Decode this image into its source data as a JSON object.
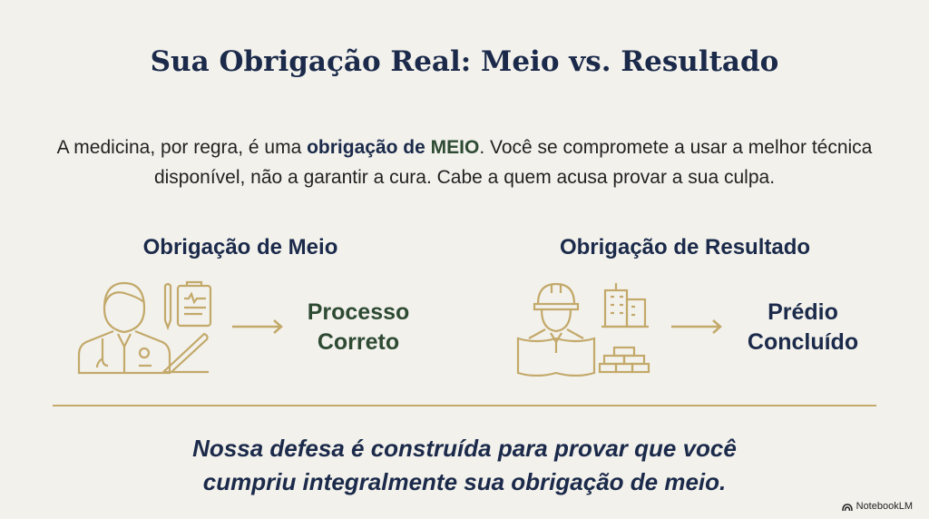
{
  "title": "Sua Obrigação Real: Meio vs. Resultado",
  "intro": {
    "part1": "A medicina, por regra, é uma ",
    "bold1": "obrigação de ",
    "bold2": "MEIO",
    "part2": ". Você se compromete a usar a melhor técnica disponível, não a garantir a cura. Cabe a quem acusa provar a sua culpa."
  },
  "left": {
    "heading": "Obrigação de Meio",
    "result_line1": "Processo",
    "result_line2": "Correto"
  },
  "right": {
    "heading": "Obrigação de Resultado",
    "result_line1": "Prédio",
    "result_line2": "Concluído"
  },
  "quote": {
    "line1": "Nossa defesa é construída para provar que você",
    "line2": "cumpriu integralmente sua obrigação de meio."
  },
  "brand": "NotebookLM",
  "colors": {
    "navy": "#1b2a4a",
    "gold": "#c3a96a",
    "green": "#2e4a33",
    "background": "#f2f1ec"
  }
}
